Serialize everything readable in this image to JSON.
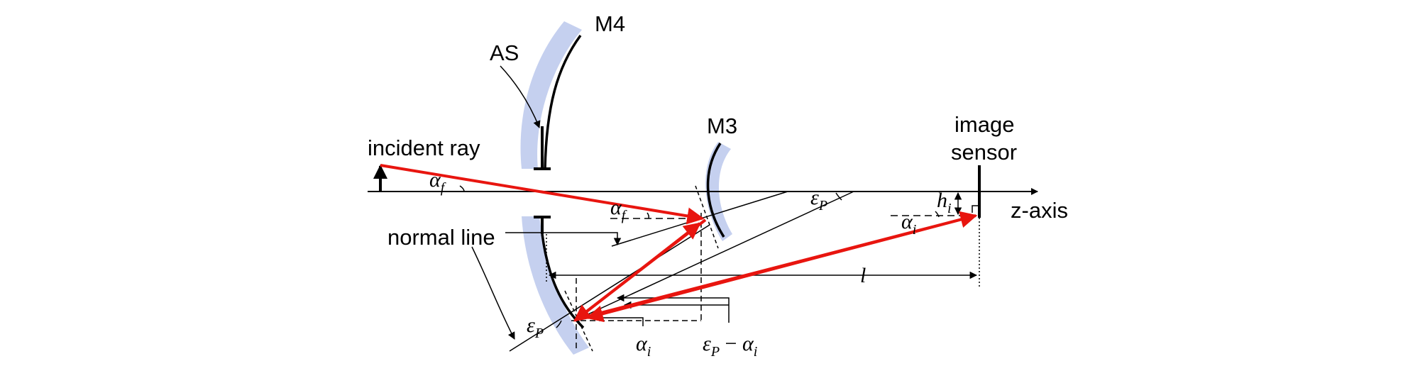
{
  "labels": {
    "m4": "M4",
    "as": "AS",
    "m3": "M3",
    "incident_ray": "incident ray",
    "image": "image",
    "sensor": "sensor",
    "z_axis": "z-axis",
    "normal_line": "normal line"
  },
  "symbols": {
    "alpha_f_top": {
      "base": "α",
      "sub": "f"
    },
    "alpha_f_mid": {
      "base": "α",
      "sub": "f"
    },
    "epsilon_p_top": {
      "base": "ε",
      "sub": "P"
    },
    "h_i": {
      "base": "h",
      "sub": "i"
    },
    "alpha_i_right": {
      "base": "α",
      "sub": "i"
    },
    "l": "l",
    "epsilon_p_bottom": {
      "base": "ε",
      "sub": "P"
    },
    "alpha_i_bottom": {
      "base": "α",
      "sub": "i"
    },
    "ep_minus_ai": {
      "a": "ε",
      "a_sub": "P",
      "op": " − ",
      "b": "α",
      "b_sub": "i"
    }
  },
  "colors": {
    "ray": "#e8150f",
    "mirror_band": "#c5d0ef",
    "line": "#000000"
  }
}
